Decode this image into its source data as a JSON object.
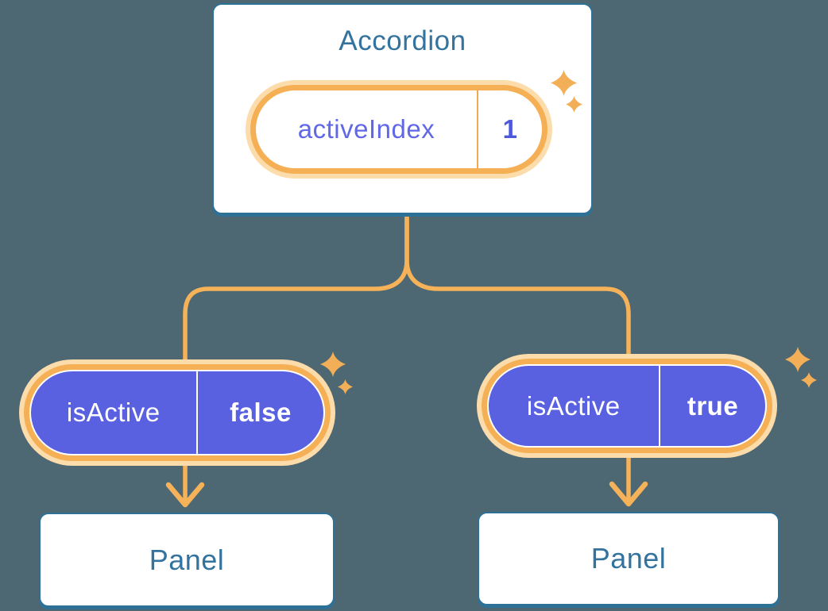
{
  "diagram": {
    "root": {
      "title": "Accordion",
      "state": {
        "name": "activeIndex",
        "value": "1"
      }
    },
    "children": [
      {
        "state": {
          "name": "isActive",
          "value": "false"
        },
        "panel": {
          "title": "Panel"
        }
      },
      {
        "state": {
          "name": "isActive",
          "value": "true"
        },
        "panel": {
          "title": "Panel"
        }
      }
    ],
    "icons": {
      "sparkle": "sparkle-icon"
    },
    "colors": {
      "background": "#4d6872",
      "card_border_blue": "#2e7196",
      "card_text_blue": "#33739e",
      "connector_orange": "#f6b259",
      "ring_orange": "#f5b056",
      "ring_pale": "#fcdcab",
      "pill_purple": "#5a61e0",
      "state_text_purple": "#6068e6",
      "state_value_purple": "#4e58dc",
      "sparkle_orange": "#f3ae58"
    }
  }
}
